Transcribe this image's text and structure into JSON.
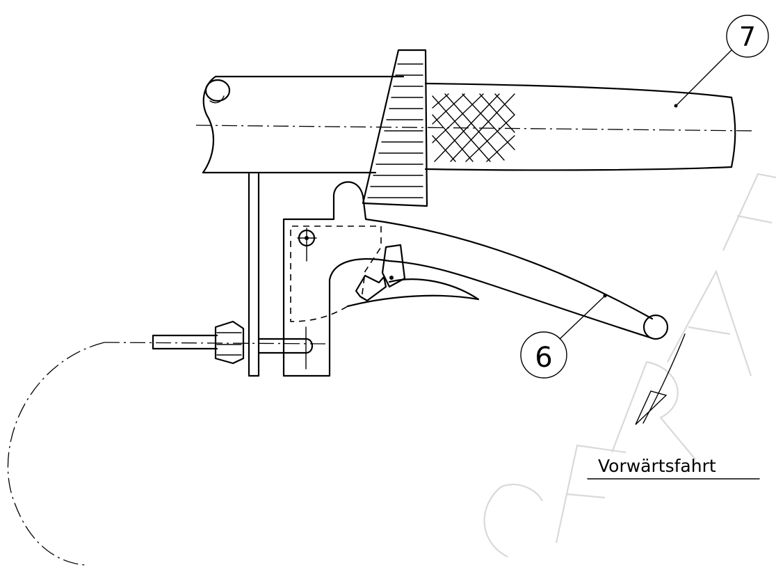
{
  "callouts": [
    {
      "number": "7"
    },
    {
      "number": "6"
    }
  ],
  "direction_label": "Vorwärtsfahrt",
  "colors": {
    "line": "#000000",
    "paper": "#ffffff",
    "watermark": "#d9d9d9"
  }
}
